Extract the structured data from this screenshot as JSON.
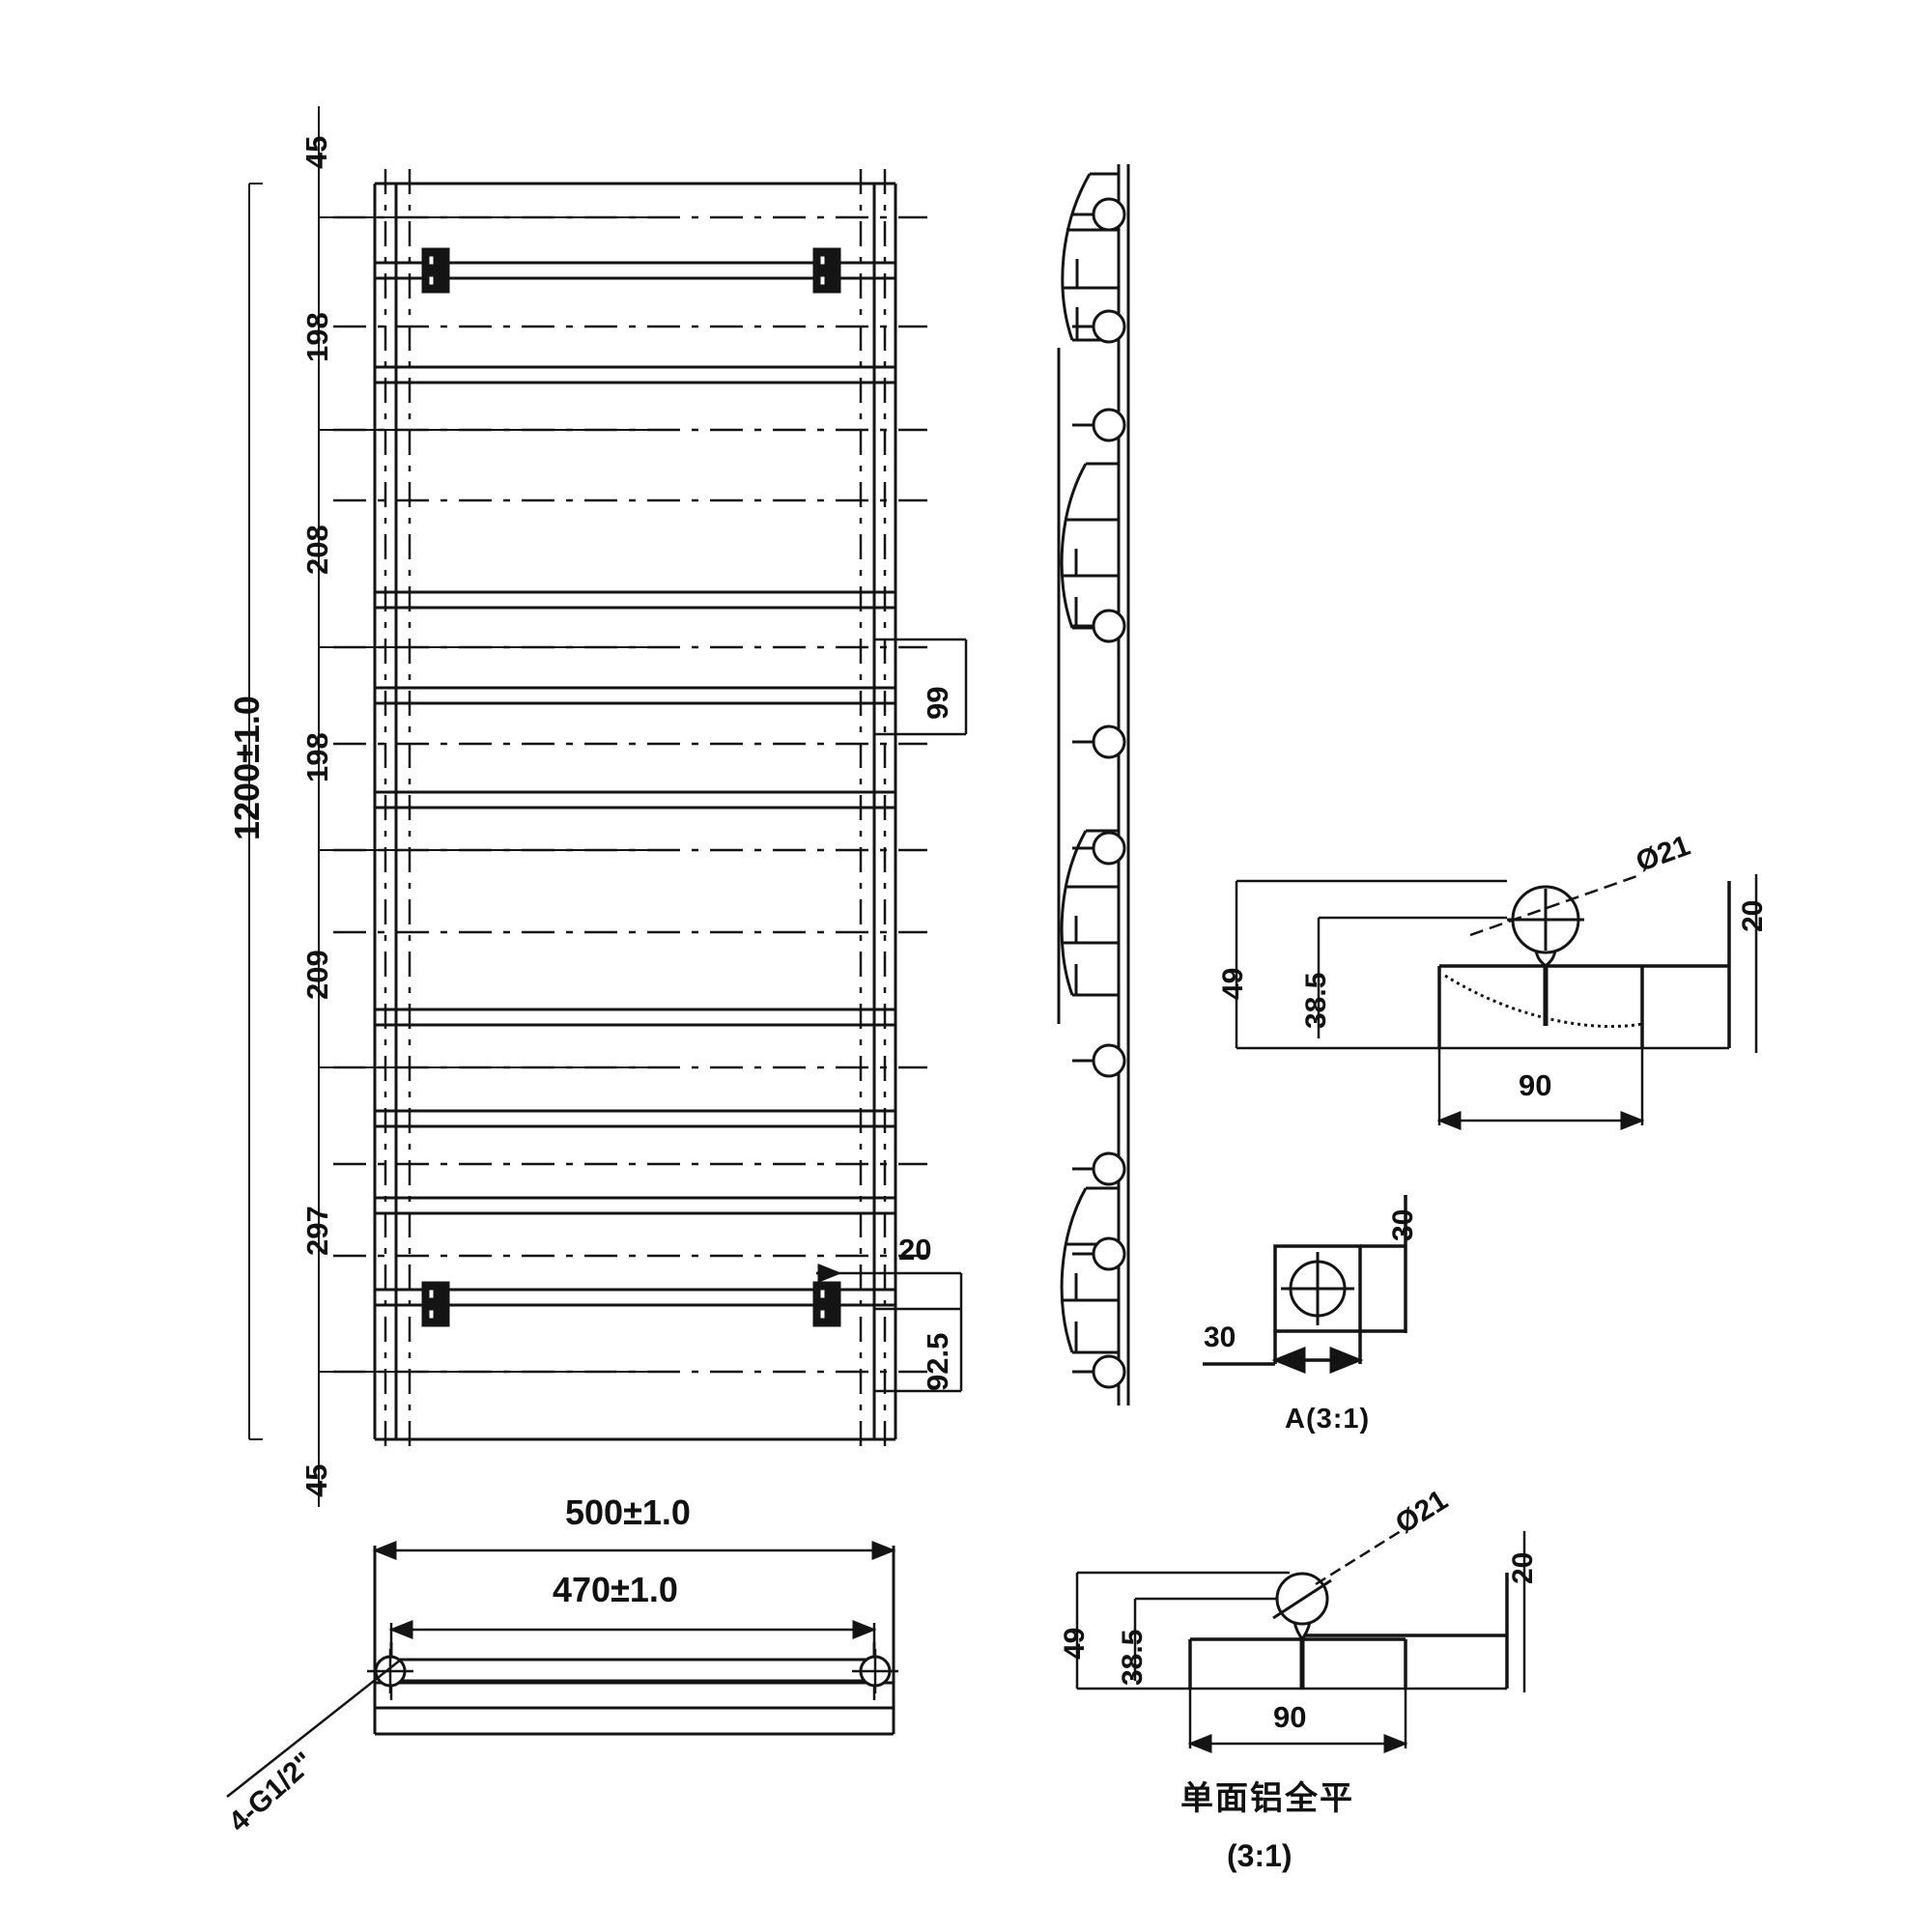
{
  "drawing": {
    "title": "Towel-rail radiator technical drawing",
    "line_color": "#141414",
    "background": "#ffffff"
  },
  "front_view": {
    "name": "front-elevation",
    "overall_height_label": "1200±1.0",
    "top_offset_label": "45",
    "bottom_offset_label": "45",
    "segment_labels": [
      "198",
      "208",
      "198",
      "209",
      "297"
    ],
    "right_labels": {
      "rail_depth": "99",
      "bracket_offset": "20",
      "bottom_gap": "92.5"
    }
  },
  "side_view": {
    "name": "side-profile-view"
  },
  "section_detail_top": {
    "name": "profile-section-detail-top",
    "dims": {
      "total_height": "49",
      "inner_height": "38.5",
      "tube_diameter": "Ø21",
      "width": "90",
      "right_height": "20"
    }
  },
  "detail_a": {
    "name": "detail-a",
    "caption": "A(3:1)",
    "dims": {
      "width": "30",
      "height": "30"
    }
  },
  "plan_view": {
    "name": "plan-bottom-view",
    "overall_width_label": "500±1.0",
    "inner_width_label": "470±1.0",
    "thread_callout": "4-G1/2\""
  },
  "section_detail_bottom": {
    "name": "profile-section-detail-bottom",
    "dims": {
      "total_height": "49",
      "inner_height": "38.5",
      "tube_diameter": "Ø21",
      "width": "90",
      "right_height": "20"
    },
    "caption_cn": "单面铝全平",
    "caption_scale": "(3:1)"
  }
}
